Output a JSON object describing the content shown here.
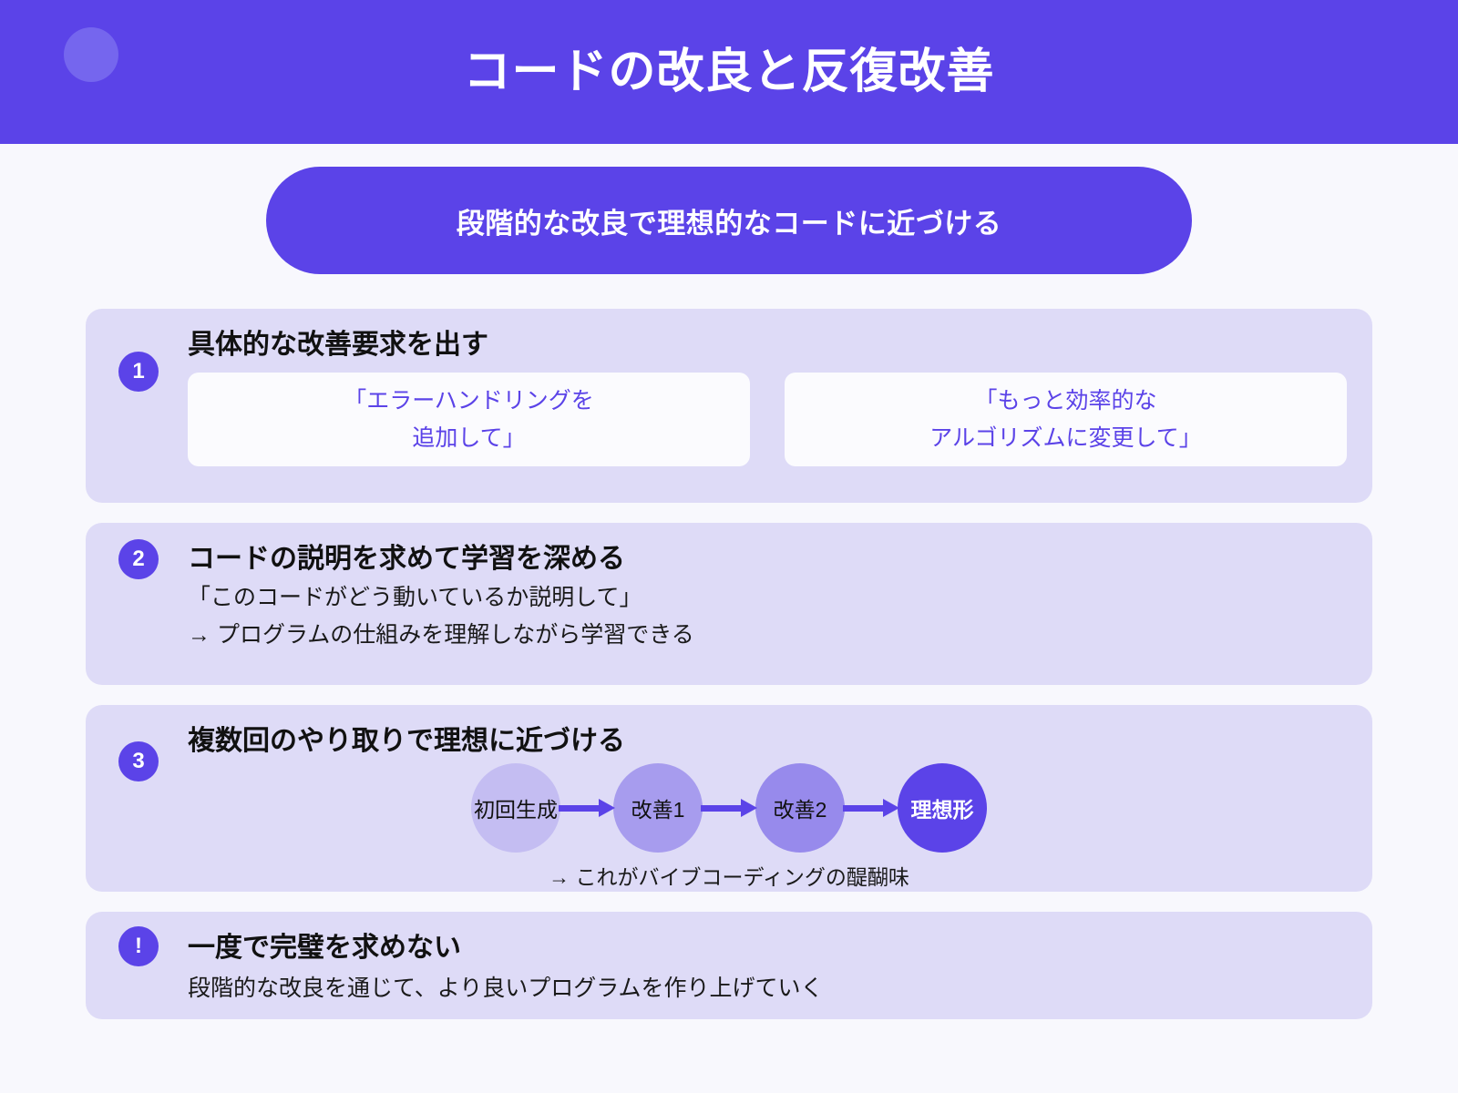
{
  "header": {
    "title": "コードの改良と反復改善",
    "deco_icon": "circle-decoration",
    "bg_color": "#5b43e8",
    "title_color": "#ffffff"
  },
  "subtitle": {
    "label": "段階的な改良で理想的なコードに近づける",
    "bg_color": "#5b43e8"
  },
  "theme": {
    "page_bg": "#f8f8fd",
    "block_bg": "#dedbf7",
    "accent": "#5b43e8",
    "card_bg": "#fbfbfe",
    "quote_text": "#5b43e8"
  },
  "steps": [
    {
      "badge": "1",
      "title": "具体的な改善要求を出す",
      "cards": [
        {
          "line1": "「エラーハンドリングを",
          "line2": "追加して」"
        },
        {
          "line1": "「もっと効率的な",
          "line2": "アルゴリズムに変更して」"
        }
      ]
    },
    {
      "badge": "2",
      "title": "コードの説明を求めて学習を深める",
      "line1": "「このコードがどう動いているか説明して」",
      "line2": "→ プログラムの仕組みを理解しながら学習できる"
    },
    {
      "badge": "3",
      "title": "複数回のやり取りで理想に近づける",
      "flow": {
        "nodes": [
          {
            "label": "初回生成",
            "color": "#c4bdf2"
          },
          {
            "label": "改善1",
            "color": "#a79cee"
          },
          {
            "label": "改善2",
            "color": "#978aec"
          },
          {
            "label": "理想形",
            "color": "#5b43e8"
          }
        ],
        "caption": "→ これがバイブコーディングの醍醐味"
      }
    },
    {
      "badge": "!",
      "title": "一度で完璧を求めない",
      "line1": "段階的な改良を通じて、より良いプログラムを作り上げていく"
    }
  ]
}
